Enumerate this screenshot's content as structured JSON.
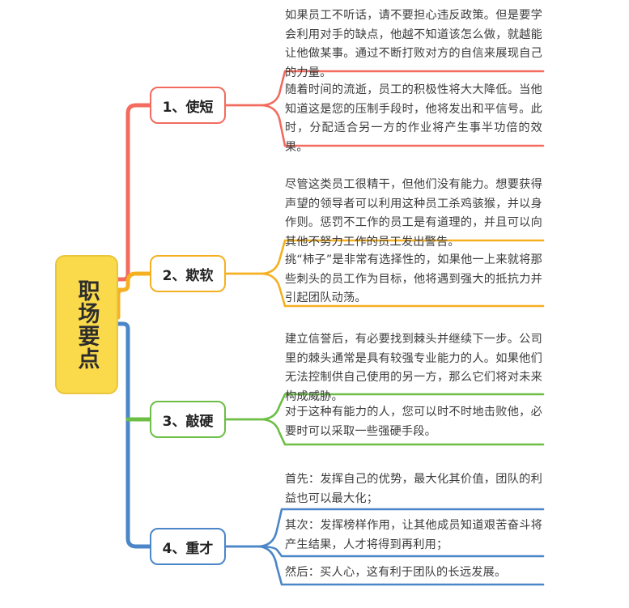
{
  "diagram": {
    "type": "mind-map",
    "root": {
      "label": "职场要点",
      "fill_color": "#fada4b",
      "border_color": "#e8c53c"
    },
    "branches": [
      {
        "label": "1、使短",
        "color": "#f26b5e",
        "leaves": [
          {
            "text": "如果员工不听话，请不要担心违反政策。但是要学会利用对手的缺点，他越不知道该怎么做，就越能让他做某事。通过不断打败对方的自信来展现自己的力量。"
          },
          {
            "text": "随着时间的流逝，员工的积极性将大大降低。当他知道这是您的压制手段时，他将发出和平信号。此时，分配适合另一方的作业将产生事半功倍的效果。"
          }
        ]
      },
      {
        "label": "2、欺软",
        "color": "#f5b021",
        "leaves": [
          {
            "text": "尽管这类员工很精干，但他们没有能力。想要获得声望的领导者可以利用这种员工杀鸡骇猴，并以身作则。惩罚不工作的员工是有道理的，并且可以向其他不努力工作的员工发出警告。"
          },
          {
            "text": "挑“柿子”是非常有选择性的，如果他一上来就将那些刺头的员工作为目标，他将遇到强大的抵抗力并引起团队动荡。"
          }
        ]
      },
      {
        "label": "3、敲硬",
        "color": "#6cbe45",
        "leaves": [
          {
            "text": "建立信誉后，有必要找到棘头并继续下一步。公司里的棘头通常是具有较强专业能力的人。如果他们无法控制供自己使用的另一方，那么它们将对未来构成威胁。"
          },
          {
            "text": "对于这种有能力的人，您可以时不时地击败他，必要时可以采取一些强硬手段。"
          }
        ]
      },
      {
        "label": "4、重才",
        "color": "#4a86c8",
        "leaves": [
          {
            "text": "首先：发挥自己的优势，最大化其价值，团队的利益也可以最大化；"
          },
          {
            "text": "其次：发挥榜样作用，让其他成员知道艰苦奋斗将产生结果，人才将得到再利用；"
          },
          {
            "text": "然后：买人心，这有利于团队的长远发展。"
          }
        ]
      }
    ]
  }
}
